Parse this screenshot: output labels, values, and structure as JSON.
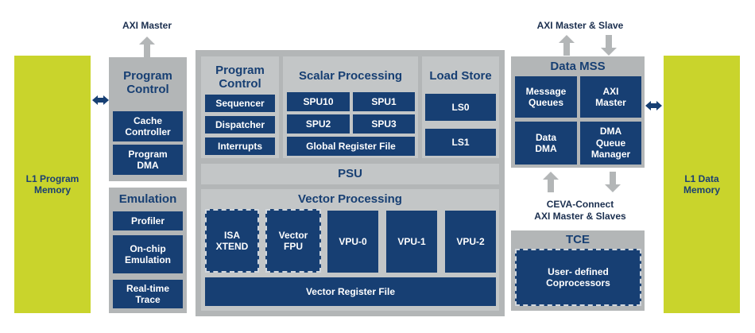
{
  "l1_program": "L1 Program\nMemory",
  "l1_data": "L1 Data\nMemory",
  "axi_master": "AXI Master",
  "axi_master_slave": "AXI Master & Slave",
  "ceva_connect": "CEVA-Connect\nAXI Master & Slaves",
  "program_control_left": {
    "title": "Program\nControl",
    "items": [
      "Cache\nController",
      "Program\nDMA"
    ]
  },
  "emulation": {
    "title": "Emulation",
    "items": [
      "Profiler",
      "On-chip\nEmulation",
      "Real-time\nTrace"
    ]
  },
  "program_control_core": {
    "title": "Program\nControl",
    "items": [
      "Sequencer",
      "Dispatcher",
      "Interrupts"
    ]
  },
  "scalar": {
    "title": "Scalar Processing",
    "spus": [
      "SPU10",
      "SPU1",
      "SPU2",
      "SPU3"
    ],
    "register_file": "Global Register File"
  },
  "load_store": {
    "title": "Load Store",
    "items": [
      "LS0",
      "LS1"
    ]
  },
  "psu": "PSU",
  "vector": {
    "title": "Vector Processing",
    "isa": "ISA\nXTEND",
    "fpu": "Vector\nFPU",
    "vpus": [
      "VPU-0",
      "VPU-1",
      "VPU-2"
    ],
    "register_file": "Vector Register File"
  },
  "data_mss": {
    "title": "Data MSS",
    "items": [
      "Message\nQueues",
      "AXI\nMaster",
      "Data\nDMA",
      "DMA\nQueue\nManager"
    ]
  },
  "tce": {
    "title": "TCE",
    "coprocessors": "User- defined\nCoprocessors"
  },
  "colors": {
    "yellow": "#c9d42c",
    "dark_blue": "#173f73",
    "grey": "#b3b6b7"
  }
}
